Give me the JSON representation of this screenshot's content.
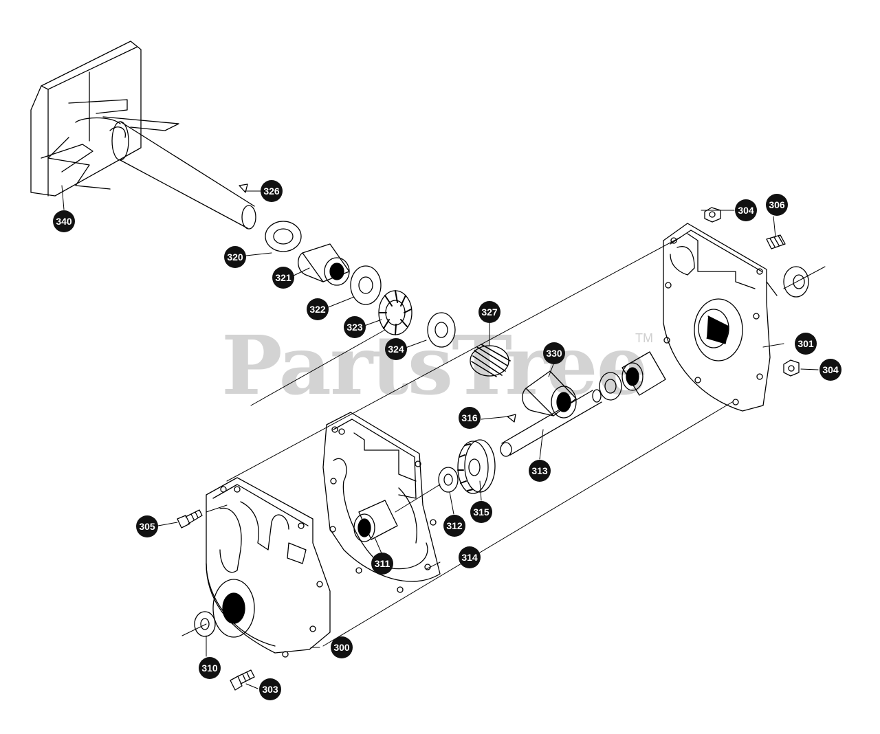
{
  "watermark": {
    "text": "PartsTree",
    "tm": "TM",
    "color": "#d3d3d3"
  },
  "labels": {
    "p300": "300",
    "p301": "301",
    "p303": "303",
    "p304a": "304",
    "p304b": "304",
    "p305": "305",
    "p306": "306",
    "p310": "310",
    "p311": "311",
    "p312": "312",
    "p313": "313",
    "p314": "314",
    "p315": "315",
    "p316": "316",
    "p320": "320",
    "p321": "321",
    "p322": "322",
    "p323": "323",
    "p324": "324",
    "p326": "326",
    "p327": "327",
    "p330": "330",
    "p340": "340"
  },
  "colors": {
    "line": "#000000",
    "badge": "#111111",
    "badge_text": "#ffffff"
  }
}
